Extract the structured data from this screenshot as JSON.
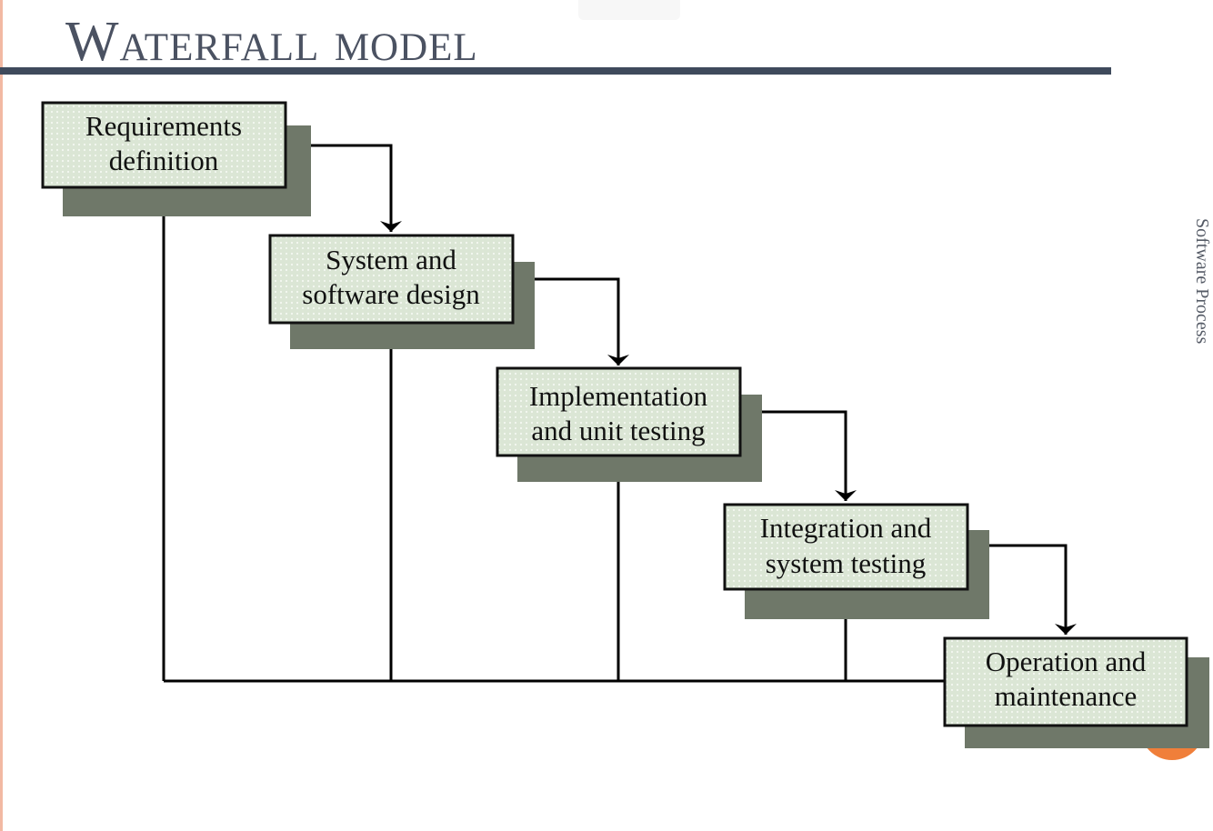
{
  "slide": {
    "title": "Waterfall model",
    "side_label": "Software Process"
  },
  "diagram": {
    "stages": [
      {
        "id": "requirements",
        "lines": [
          "Requirements",
          "definition"
        ]
      },
      {
        "id": "design",
        "lines": [
          "System and",
          "software design"
        ]
      },
      {
        "id": "implementation",
        "lines": [
          "Implementation",
          "and unit testing"
        ]
      },
      {
        "id": "integration",
        "lines": [
          "Integration and",
          "system testing"
        ]
      },
      {
        "id": "operation",
        "lines": [
          "Operation and",
          "maintenance"
        ]
      }
    ],
    "colors": {
      "box_fill": "#dbe6d5",
      "box_border": "#111111",
      "shadow": "#6f7869",
      "arrow": "#000000"
    }
  }
}
